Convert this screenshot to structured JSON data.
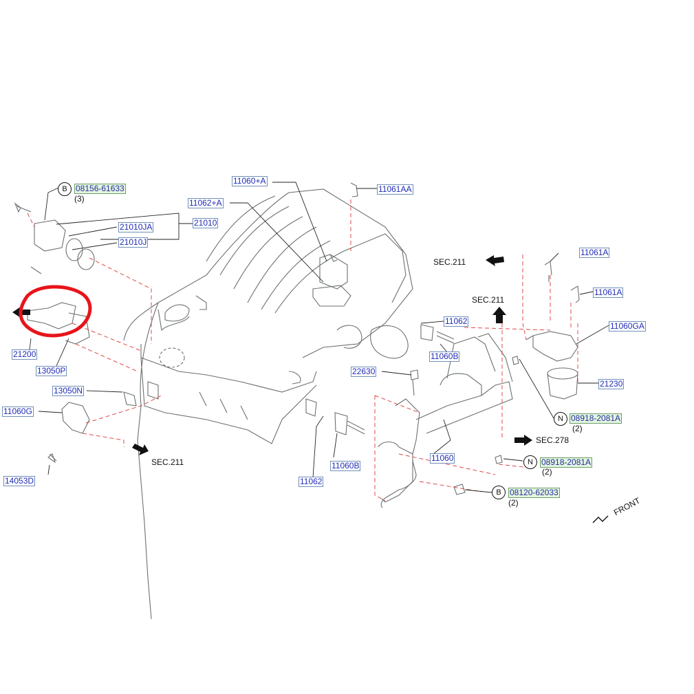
{
  "callouts": {
    "p08156": {
      "code": "08156-61633",
      "letter": "B",
      "qty": "(3)"
    },
    "p21010JA": {
      "code": "21010JA"
    },
    "p21010": {
      "code": "21010"
    },
    "p21010J": {
      "code": "21010J"
    },
    "p11060A": {
      "code": "11060+A"
    },
    "p11062A": {
      "code": "11062+A"
    },
    "p11061AA": {
      "code": "11061AA"
    },
    "p21200": {
      "code": "21200"
    },
    "p13050P": {
      "code": "13050P"
    },
    "p13050N": {
      "code": "13050N"
    },
    "p11060G": {
      "code": "11060G"
    },
    "p14053D": {
      "code": "14053D"
    },
    "p11062a": {
      "code": "11062"
    },
    "p11060Ba": {
      "code": "11060B"
    },
    "p22630": {
      "code": "22630"
    },
    "p11060Bb": {
      "code": "11060B"
    },
    "p11062b": {
      "code": "11062"
    },
    "p11060": {
      "code": "11060"
    },
    "p11061Aa": {
      "code": "11061A"
    },
    "p11061Ab": {
      "code": "11061A"
    },
    "p11060GA": {
      "code": "11060GA"
    },
    "p21230": {
      "code": "21230"
    },
    "p08918a": {
      "code": "08918-2081A",
      "letter": "N",
      "qty": "(2)"
    },
    "p08918b": {
      "code": "08918-2081A",
      "letter": "N",
      "qty": "(2)"
    },
    "p08120": {
      "code": "08120-62033",
      "letter": "B",
      "qty": "(2)"
    }
  },
  "sections": {
    "sec211_right": "SEC.211",
    "sec211_mid": "SEC.211",
    "sec211_bottom": "SEC.211",
    "sec278": "SEC.278"
  },
  "front_label": "FRONT",
  "colors": {
    "callout_text": "#1f2bb5",
    "highlight": "#e8141a",
    "leader_dash": "#e04848"
  }
}
